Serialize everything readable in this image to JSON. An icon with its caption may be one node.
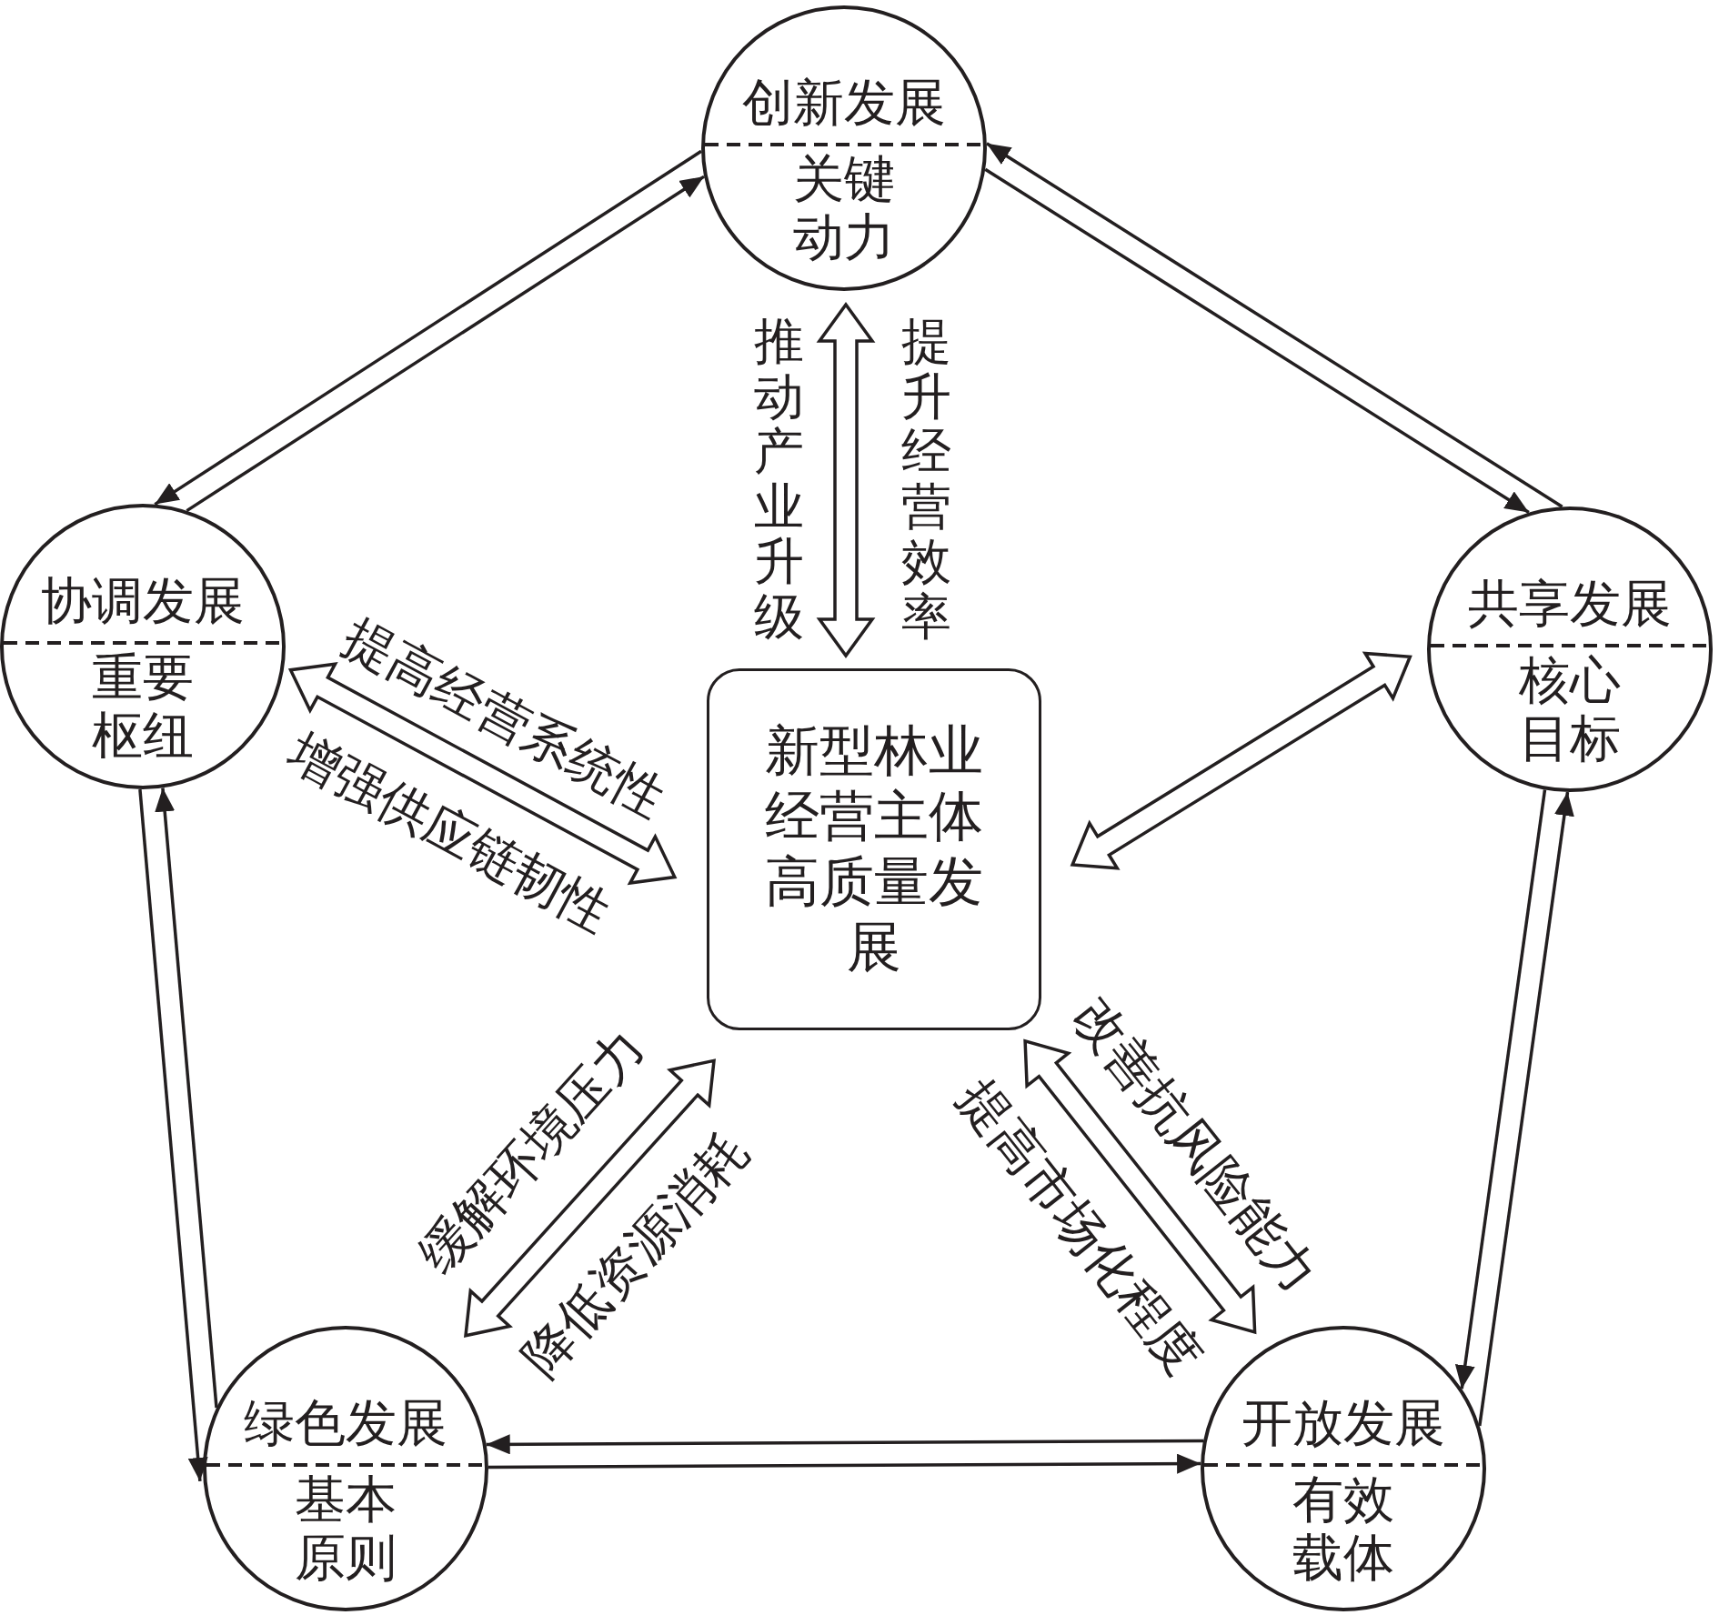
{
  "diagram": {
    "nodes": [
      {
        "text": [
          "创新发展",
          "关键动力"
        ]
      },
      {
        "text": [
          "协调发展",
          "重要枢纽"
        ]
      },
      {
        "text": [
          "共享发展",
          "核心目标"
        ]
      },
      {
        "text": [
          "新型林业经营主体高质量发展"
        ]
      },
      {
        "text": [
          "绿色发展",
          "基本原则"
        ]
      },
      {
        "text": [
          "开放发展",
          "有效载体"
        ]
      }
    ],
    "edges": [
      {
        "from": 1,
        "to": 0,
        "arrow": "to"
      },
      {
        "from": 0,
        "to": 1,
        "arrow": "to"
      },
      {
        "from": 0,
        "to": 2,
        "arrow": "to"
      },
      {
        "from": 2,
        "to": 0,
        "arrow": "to"
      },
      {
        "from": 2,
        "to": 5,
        "arrow": "to"
      },
      {
        "from": 5,
        "to": 2,
        "arrow": "to"
      },
      {
        "from": 5,
        "to": 4,
        "arrow": "to"
      },
      {
        "from": 4,
        "to": 5,
        "arrow": "to"
      },
      {
        "from": 4,
        "to": 1,
        "arrow": "to"
      },
      {
        "from": 1,
        "to": 4,
        "arrow": "to"
      },
      {
        "from": 3,
        "to": 0,
        "arrow": "both",
        "style": "thick",
        "label": "推动产业升级"
      },
      {
        "from": 3,
        "to": 1,
        "arrow": "both",
        "style": "thick",
        "label": "提高经营系统性"
      },
      {
        "from": 3,
        "to": 2,
        "arrow": "both",
        "style": "thick"
      },
      {
        "from": 3,
        "to": 4,
        "arrow": "both",
        "style": "thick",
        "label": "缓解环境压力"
      },
      {
        "from": 3,
        "to": 5,
        "arrow": "both",
        "style": "thick",
        "label": "改善抗风险能力"
      }
    ],
    "labels": [
      "提升经营效率",
      "增强供应链韧性",
      "降低资源消耗",
      "提高市场化程度"
    ]
  }
}
